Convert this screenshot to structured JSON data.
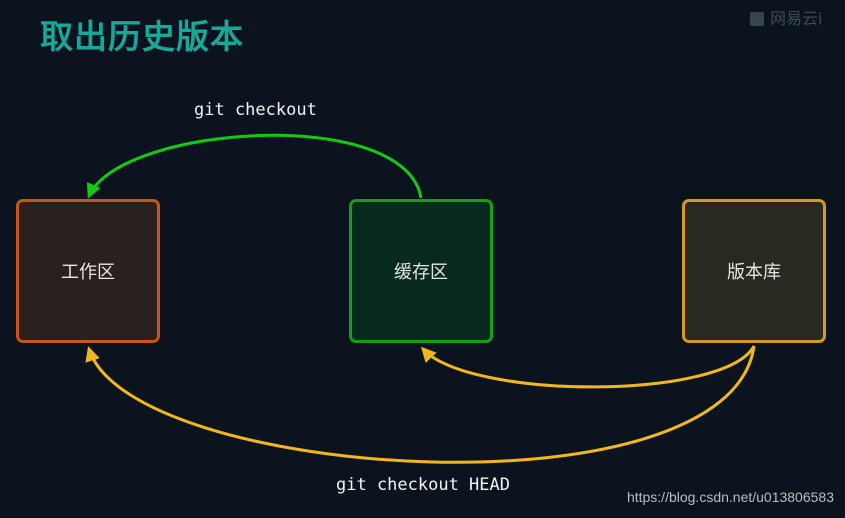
{
  "title": "取出历史版本",
  "watermark_top": "网易云i",
  "boxes": {
    "working": "工作区",
    "staging": "缓存区",
    "repository": "版本库"
  },
  "commands": {
    "top": "git checkout",
    "bottom": "git checkout HEAD"
  },
  "watermark_bottom": "https://blog.csdn.net/u013806583",
  "colors": {
    "background": "#0b141e",
    "title": "#1aa79a",
    "working_border": "#c6561e",
    "staging_border": "#14a014",
    "repository_border": "#d69a1a",
    "arrow_green": "#14c814",
    "arrow_yellow": "#f2b71c"
  }
}
